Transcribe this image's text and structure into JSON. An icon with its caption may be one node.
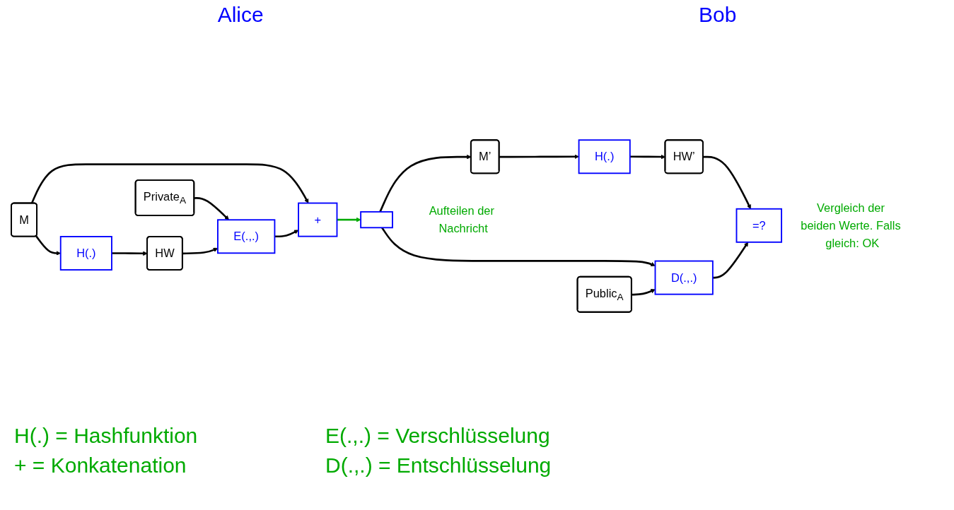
{
  "diagram": {
    "nodes": [
      {
        "text": [
          "M"
        ]
      },
      {
        "text": [
          "H(.)"
        ]
      },
      {
        "text": [
          "Private$_{A}$"
        ]
      },
      {
        "text": [
          "+"
        ]
      },
      {
        "text": [
          "HW"
        ]
      },
      {
        "text": [
          "E(.,.)"
        ]
      },
      {
        "text": [
          "M’"
        ]
      },
      {
        "text": [
          "H(.)"
        ]
      },
      {
        "text": [
          "HW’"
        ]
      },
      {
        "text": [],
        "shape": "box",
        "beside": [
          "Aufteilen der Nachricht"
        ]
      },
      {
        "text": [
          "Public$_{A}$"
        ]
      },
      {
        "text": [
          "D(.,.)"
        ]
      },
      {
        "text": [
          "=?"
        ],
        "beside": [
          "Vergleich der beiden Werte. Falls gleich: OK"
        ]
      }
    ],
    "edges": [
      {
        "from": 0,
        "to": 1,
        "arrow": "to"
      },
      {
        "from": 0,
        "to": 3,
        "arrow": "to"
      },
      {
        "from": 1,
        "to": 4,
        "arrow": "to"
      },
      {
        "from": 2,
        "to": 5,
        "arrow": "to"
      },
      {
        "from": 4,
        "to": 5,
        "arrow": "to"
      },
      {
        "from": 5,
        "to": 3,
        "arrow": "to"
      },
      {
        "from": 3,
        "to": 9,
        "arrow": "to",
        "color": "#00aa00"
      },
      {
        "from": 9,
        "to": 6,
        "arrow": "to"
      },
      {
        "from": 9,
        "to": 11,
        "arrow": "to"
      },
      {
        "from": 6,
        "to": 7,
        "arrow": "to"
      },
      {
        "from": 7,
        "to": 8,
        "arrow": "to"
      },
      {
        "from": 8,
        "to": 12,
        "arrow": "to"
      },
      {
        "from": 10,
        "to": 11,
        "arrow": "to"
      },
      {
        "from": 11,
        "to": 12,
        "arrow": "to"
      }
    ],
    "labels": [
      "Alice",
      "Bob",
      "H(.) = Hashfunktion",
      "E(.,.) = Verschlüsselung",
      "+ = Konkatenation",
      "D(.,.) = Entschlüsselung"
    ]
  }
}
